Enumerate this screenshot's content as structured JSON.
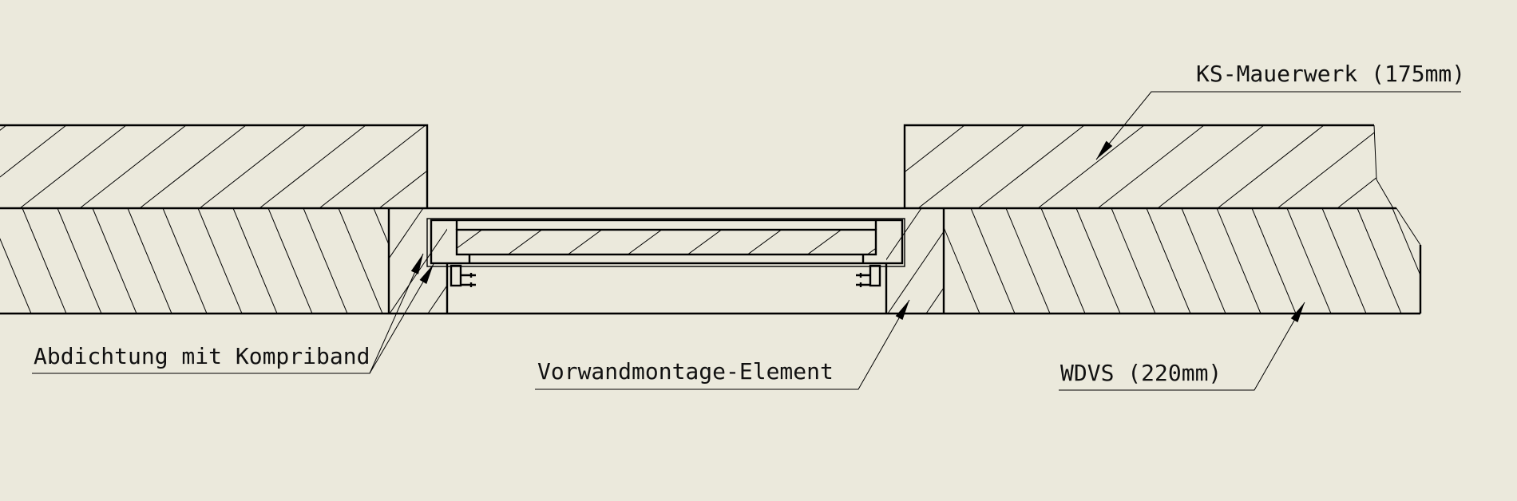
{
  "labels": {
    "masonry": "KS-Mauerwerk (175mm)",
    "sealing": "Abdichtung mit Kompriband",
    "element": "Vorwandmontage-Element",
    "insulation": "WDVS (220mm)"
  },
  "colors": {
    "background": "#ebe9dc",
    "line": "#000000"
  }
}
